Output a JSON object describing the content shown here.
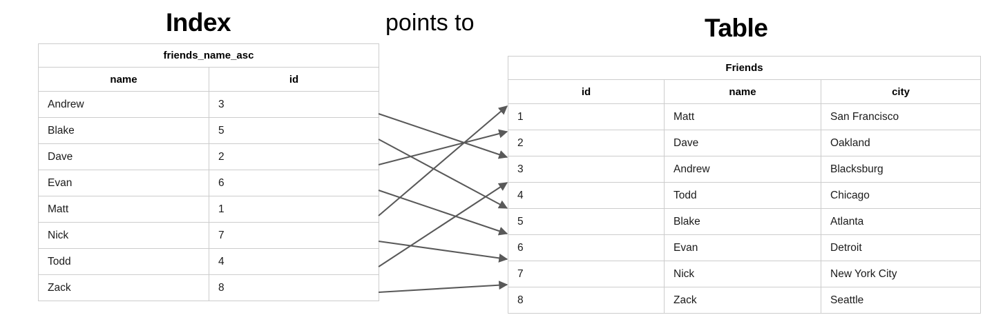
{
  "diagram": {
    "title_left": "Index",
    "title_right": "Table",
    "relation_label": "points to",
    "line_color": "#595959",
    "border_color": "#cccccc",
    "text_color": "#1a1a1a"
  },
  "index_table": {
    "caption": "friends_name_asc",
    "columns": [
      "name",
      "id"
    ],
    "rows": [
      {
        "name": "Andrew",
        "id": "3"
      },
      {
        "name": "Blake",
        "id": "5"
      },
      {
        "name": "Dave",
        "id": "2"
      },
      {
        "name": "Evan",
        "id": "6"
      },
      {
        "name": "Matt",
        "id": "1"
      },
      {
        "name": "Nick",
        "id": "7"
      },
      {
        "name": "Todd",
        "id": "4"
      },
      {
        "name": "Zack",
        "id": "8"
      }
    ]
  },
  "friends_table": {
    "caption": "Friends",
    "columns": [
      "id",
      "name",
      "city"
    ],
    "rows": [
      {
        "id": "1",
        "name": "Matt",
        "city": "San Francisco"
      },
      {
        "id": "2",
        "name": "Dave",
        "city": "Oakland"
      },
      {
        "id": "3",
        "name": "Andrew",
        "city": "Blacksburg"
      },
      {
        "id": "4",
        "name": "Todd",
        "city": "Chicago"
      },
      {
        "id": "5",
        "name": "Blake",
        "city": "Atlanta"
      },
      {
        "id": "6",
        "name": "Evan",
        "city": "Detroit"
      },
      {
        "id": "7",
        "name": "Nick",
        "city": "New York City"
      },
      {
        "id": "8",
        "name": "Zack",
        "city": "Seattle"
      }
    ]
  },
  "connections": [
    {
      "from_index_row": 0,
      "from_name": "Andrew",
      "to_table_row": 2,
      "to_id": "3"
    },
    {
      "from_index_row": 1,
      "from_name": "Blake",
      "to_table_row": 4,
      "to_id": "5"
    },
    {
      "from_index_row": 2,
      "from_name": "Dave",
      "to_table_row": 1,
      "to_id": "2"
    },
    {
      "from_index_row": 3,
      "from_name": "Evan",
      "to_table_row": 5,
      "to_id": "6"
    },
    {
      "from_index_row": 4,
      "from_name": "Matt",
      "to_table_row": 0,
      "to_id": "1"
    },
    {
      "from_index_row": 5,
      "from_name": "Nick",
      "to_table_row": 6,
      "to_id": "7"
    },
    {
      "from_index_row": 6,
      "from_name": "Todd",
      "to_table_row": 3,
      "to_id": "4"
    },
    {
      "from_index_row": 7,
      "from_name": "Zack",
      "to_table_row": 7,
      "to_id": "8"
    }
  ]
}
